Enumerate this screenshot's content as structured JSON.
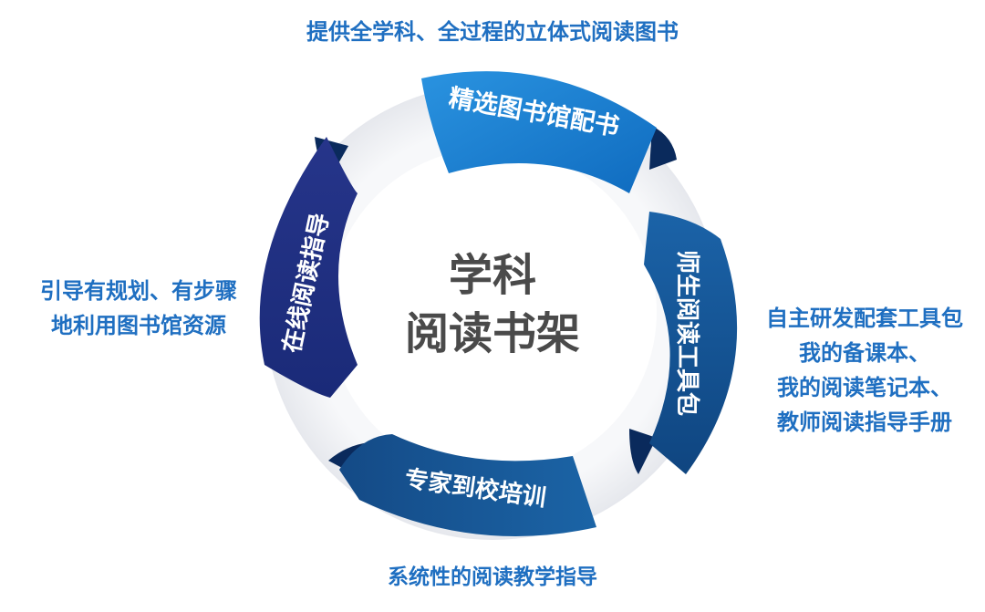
{
  "center": {
    "line1": "学科",
    "line2": "阅读书架"
  },
  "segments": {
    "top": "精选图书馆配书",
    "right": "师生阅读工具包",
    "bottom": "专家到校培训",
    "left": "在线阅读指导"
  },
  "captions": {
    "top": "提供全学科、全过程的立体式阅读图书",
    "bottom": "系统性的阅读教学指导",
    "left": [
      "引导有规划、有步骤",
      "地利用图书馆资源"
    ],
    "right": [
      "自主研发配套工具包",
      "我的备课本、",
      "我的阅读笔记本、",
      "教师阅读指导手册"
    ]
  },
  "colors": {
    "top_band": "#1a7fd0",
    "right_band": "#14508f",
    "bottom_band": "#165593",
    "left_band": "#1f2f80",
    "ring": "#eef0f4",
    "caption": "#1f6fc1",
    "center_text": "#4a4a4a"
  }
}
